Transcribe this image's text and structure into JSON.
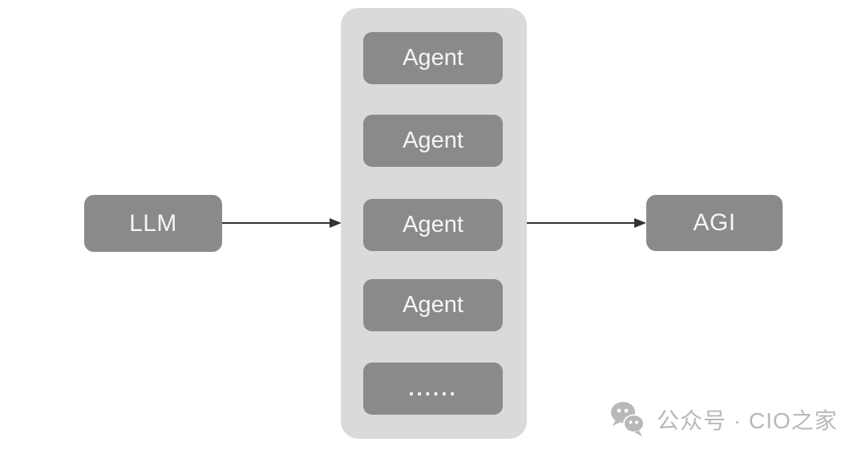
{
  "diagram": {
    "nodes": {
      "llm": {
        "label": "LLM"
      },
      "agi": {
        "label": "AGI"
      }
    },
    "agent_group": {
      "items": [
        "Agent",
        "Agent",
        "Agent",
        "Agent",
        "......"
      ]
    },
    "arrows": [
      {
        "from": "llm",
        "to": "agent_group"
      },
      {
        "from": "agent_group",
        "to": "agi"
      }
    ],
    "colors": {
      "background": "#ffffff",
      "node_bg": "#8a8a8a",
      "node_text": "#f5f5f5",
      "group_bg": "#dadada",
      "arrow": "#333333",
      "watermark": "#b8b8b8"
    }
  },
  "watermark": {
    "icon": "wechat-icon",
    "text": "公众号 · CIO之家"
  }
}
